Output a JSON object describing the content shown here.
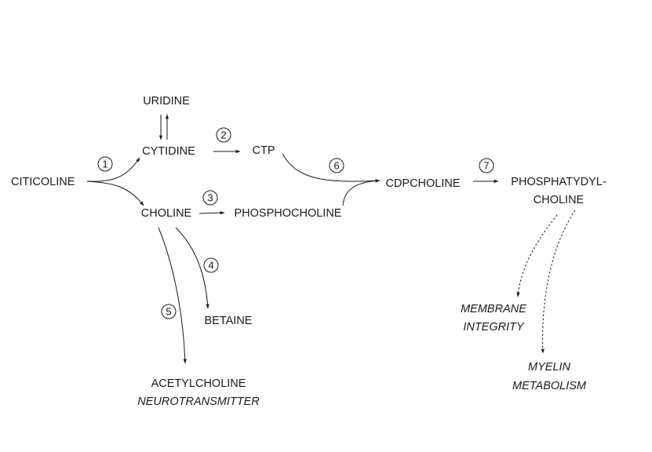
{
  "nodes": {
    "uridine": "URIDINE",
    "cytidine": "CYTIDINE",
    "ctp": "CTP",
    "citicoline": "CITICOLINE",
    "choline": "CHOLINE",
    "phosphocholine": "PHOSPHOCHOLINE",
    "cdpcholine": "CDPCHOLINE",
    "phosphatidylcholine_line1": "PHOSPHATYDYL-",
    "phosphatidylcholine_line2": "CHOLINE",
    "betaine": "BETAINE",
    "acetylcholine": "ACETYLCHOLINE",
    "neurotransmitter": "NEUROTRANSMITTER",
    "membrane_line1": "MEMBRANE",
    "membrane_line2": "INTEGRITY",
    "myelin_line1": "MYELIN",
    "myelin_line2": "METABOLISM"
  },
  "steps": {
    "s1": "1",
    "s2": "2",
    "s3": "3",
    "s4": "4",
    "s5": "5",
    "s6": "6",
    "s7": "7"
  }
}
